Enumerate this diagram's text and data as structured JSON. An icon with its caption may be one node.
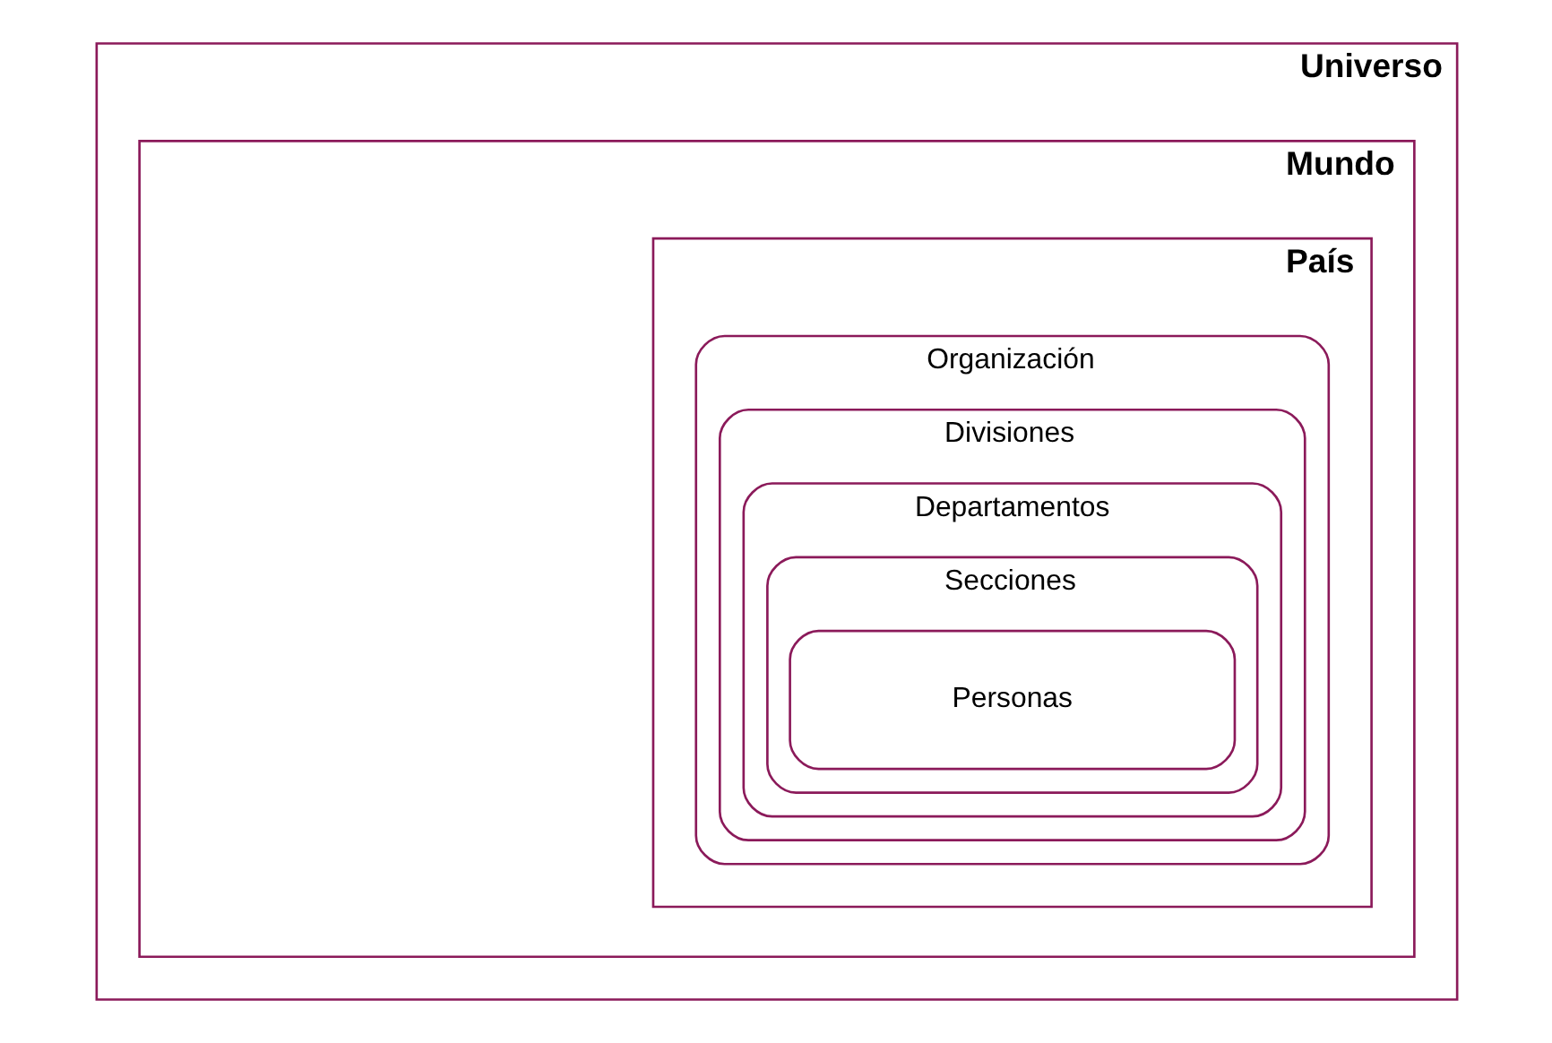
{
  "diagram": {
    "nodes": [
      {
        "text": [
          "Universo"
        ]
      },
      {
        "text": [
          "Mundo"
        ],
        "in": 0
      },
      {
        "text": [
          "País"
        ],
        "in": 1
      },
      {
        "text": [
          "Organización"
        ],
        "in": 2
      },
      {
        "text": [
          "Divisiones"
        ],
        "in": 3
      },
      {
        "text": [
          "Departamentos"
        ],
        "in": 4
      },
      {
        "text": [
          "Secciones"
        ],
        "in": 5
      },
      {
        "text": [
          "Personas"
        ],
        "in": 6
      }
    ]
  }
}
